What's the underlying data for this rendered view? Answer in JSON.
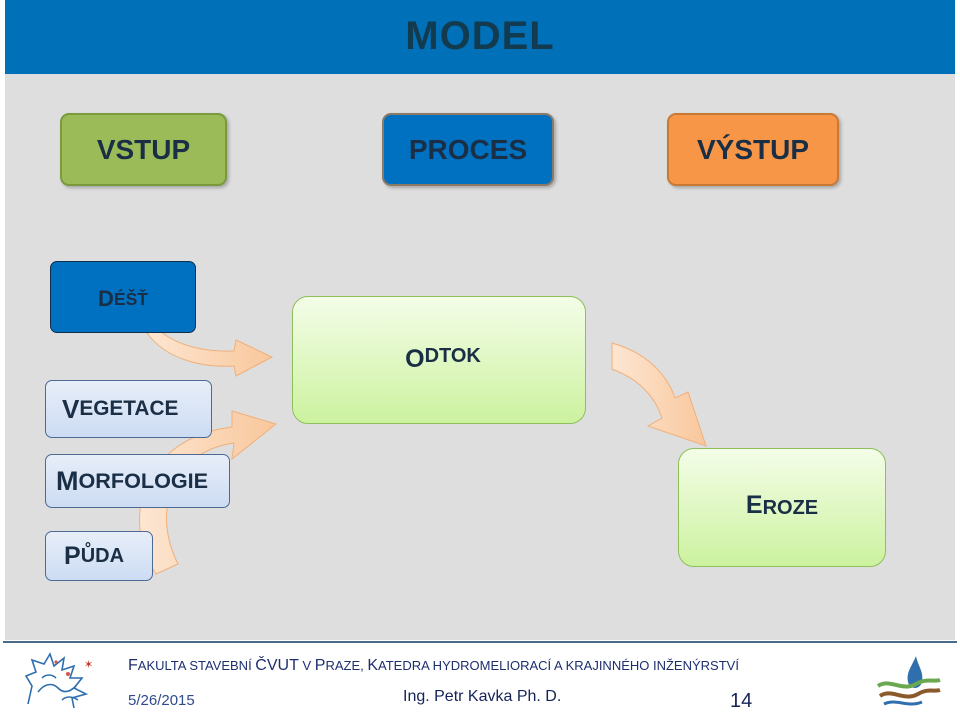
{
  "title": "MODEL",
  "headers": {
    "input": "VSTUP",
    "process": "PROCES",
    "output": "VÝSTUP"
  },
  "inputs": {
    "rain": {
      "first": "D",
      "rest": "ÉŠŤ"
    },
    "vegetation": {
      "first": "V",
      "rest": "EGETACE"
    },
    "morphology": {
      "first": "M",
      "rest": "ORFOLOGIE"
    },
    "soil": {
      "first": "P",
      "rest": "ŮDA"
    }
  },
  "process_box": {
    "first": "O",
    "rest": "DTOK"
  },
  "output_box": {
    "first": "E",
    "rest": "ROZE"
  },
  "footer": {
    "faculty_parts": [
      {
        "first": "F",
        "rest": "AKULTA STAVEBNÍ "
      },
      {
        "first": "ČVUT",
        "rest": " V "
      },
      {
        "first": "P",
        "rest": "RAZE, "
      },
      {
        "first": "K",
        "rest": "ATEDRA HYDROMELIORACÍ A KRAJINNÉHO INŽENÝRSTVÍ"
      }
    ],
    "date": "5/26/2015",
    "author": "Ing. Petr Kavka Ph. D.",
    "page_number": "14"
  },
  "colors": {
    "title_bar": "#0070b8",
    "background": "#dedede",
    "input_header": "#9bbb59",
    "process_header": "#0070c0",
    "output_header": "#f79646",
    "arrow_fill": "#fbd5b5",
    "green_box": "#ccf29f"
  },
  "icons": {
    "left_logo": "cvut-lion-logo-icon",
    "right_logo": "water-landscape-logo-icon"
  }
}
